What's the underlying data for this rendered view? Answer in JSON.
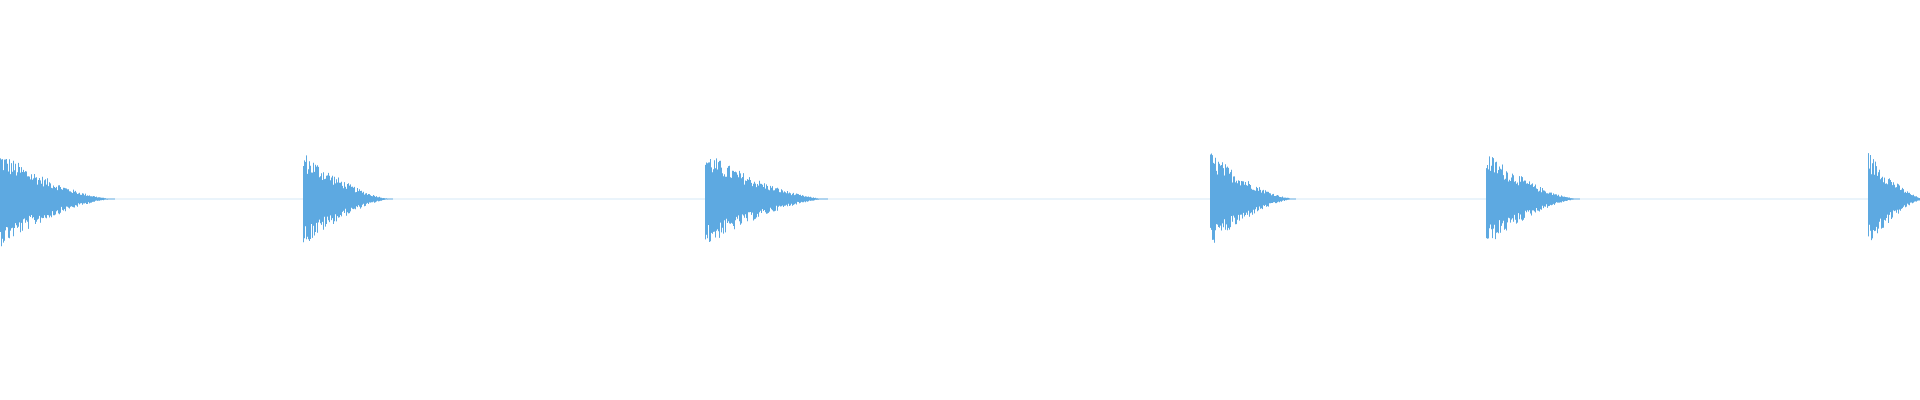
{
  "waveform": {
    "color": "#5DA9E1",
    "background": "#FFFFFF",
    "onset_fractions": [
      0.0,
      0.158,
      0.367,
      0.63,
      0.774,
      0.973
    ],
    "decay_fractions": [
      0.06,
      0.047,
      0.064,
      0.045,
      0.049,
      0.03
    ]
  }
}
